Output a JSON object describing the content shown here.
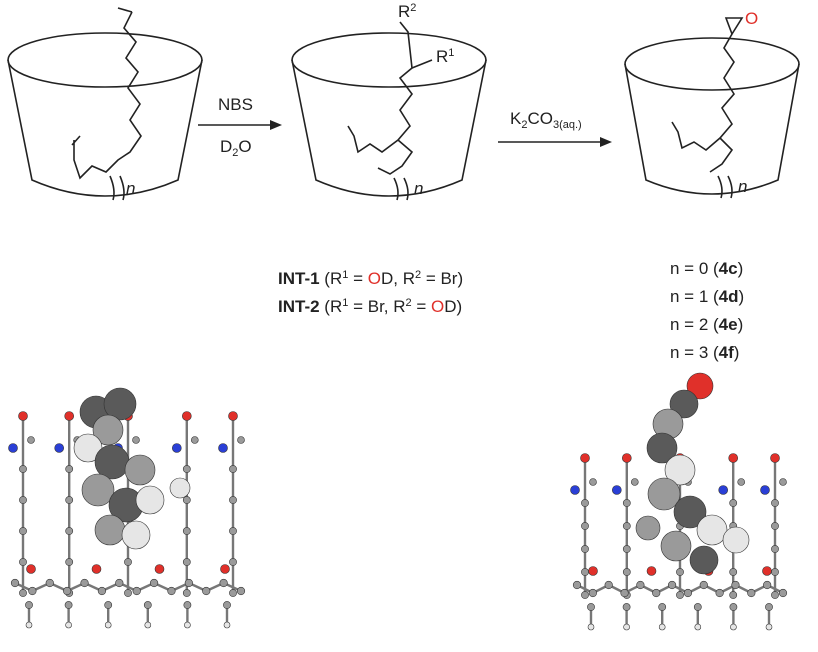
{
  "reagents": {
    "step1_top": "NBS",
    "step1_bottom_main": "D",
    "step1_bottom_sub": "2",
    "step1_bottom_tail": "O",
    "step2_main": "K",
    "step2_sub1": "2",
    "step2_mid": "CO",
    "step2_sub2": "3(aq.)"
  },
  "substituents": {
    "r2": "R",
    "r2_sup": "2",
    "r1": "R",
    "r1_sup": "1",
    "n_left": "n",
    "n_mid": "n",
    "n_right": "n",
    "epoxide_o": "O"
  },
  "intermediates": {
    "int1": {
      "name": "INT-1",
      "p1": " (R",
      "s1": "1",
      "p2": " = ",
      "o": "O",
      "p3": "D, R",
      "s2": "2",
      "p4": " = Br)"
    },
    "int2": {
      "name": "INT-2",
      "p1": " (R",
      "s1": "1",
      "p2": " = Br, R",
      "s2": "2",
      "p3": " = ",
      "o": "O",
      "p4": "D)"
    }
  },
  "products": [
    {
      "pre": "n = 0 (",
      "id": "4c",
      "post": ")"
    },
    {
      "pre": "n = 1 (",
      "id": "4d",
      "post": ")"
    },
    {
      "pre": "n = 2 (",
      "id": "4e",
      "post": ")"
    },
    {
      "pre": "n = 3 (",
      "id": "4f",
      "post": ")"
    }
  ],
  "colors": {
    "oxygen": "#e0302a",
    "nitrogen": "#2a3fd6",
    "carbon_dark": "#5a5a5a",
    "carbon_light": "#9a9a9a",
    "hydrogen": "#e6e6e6",
    "stroke": "#222222"
  }
}
